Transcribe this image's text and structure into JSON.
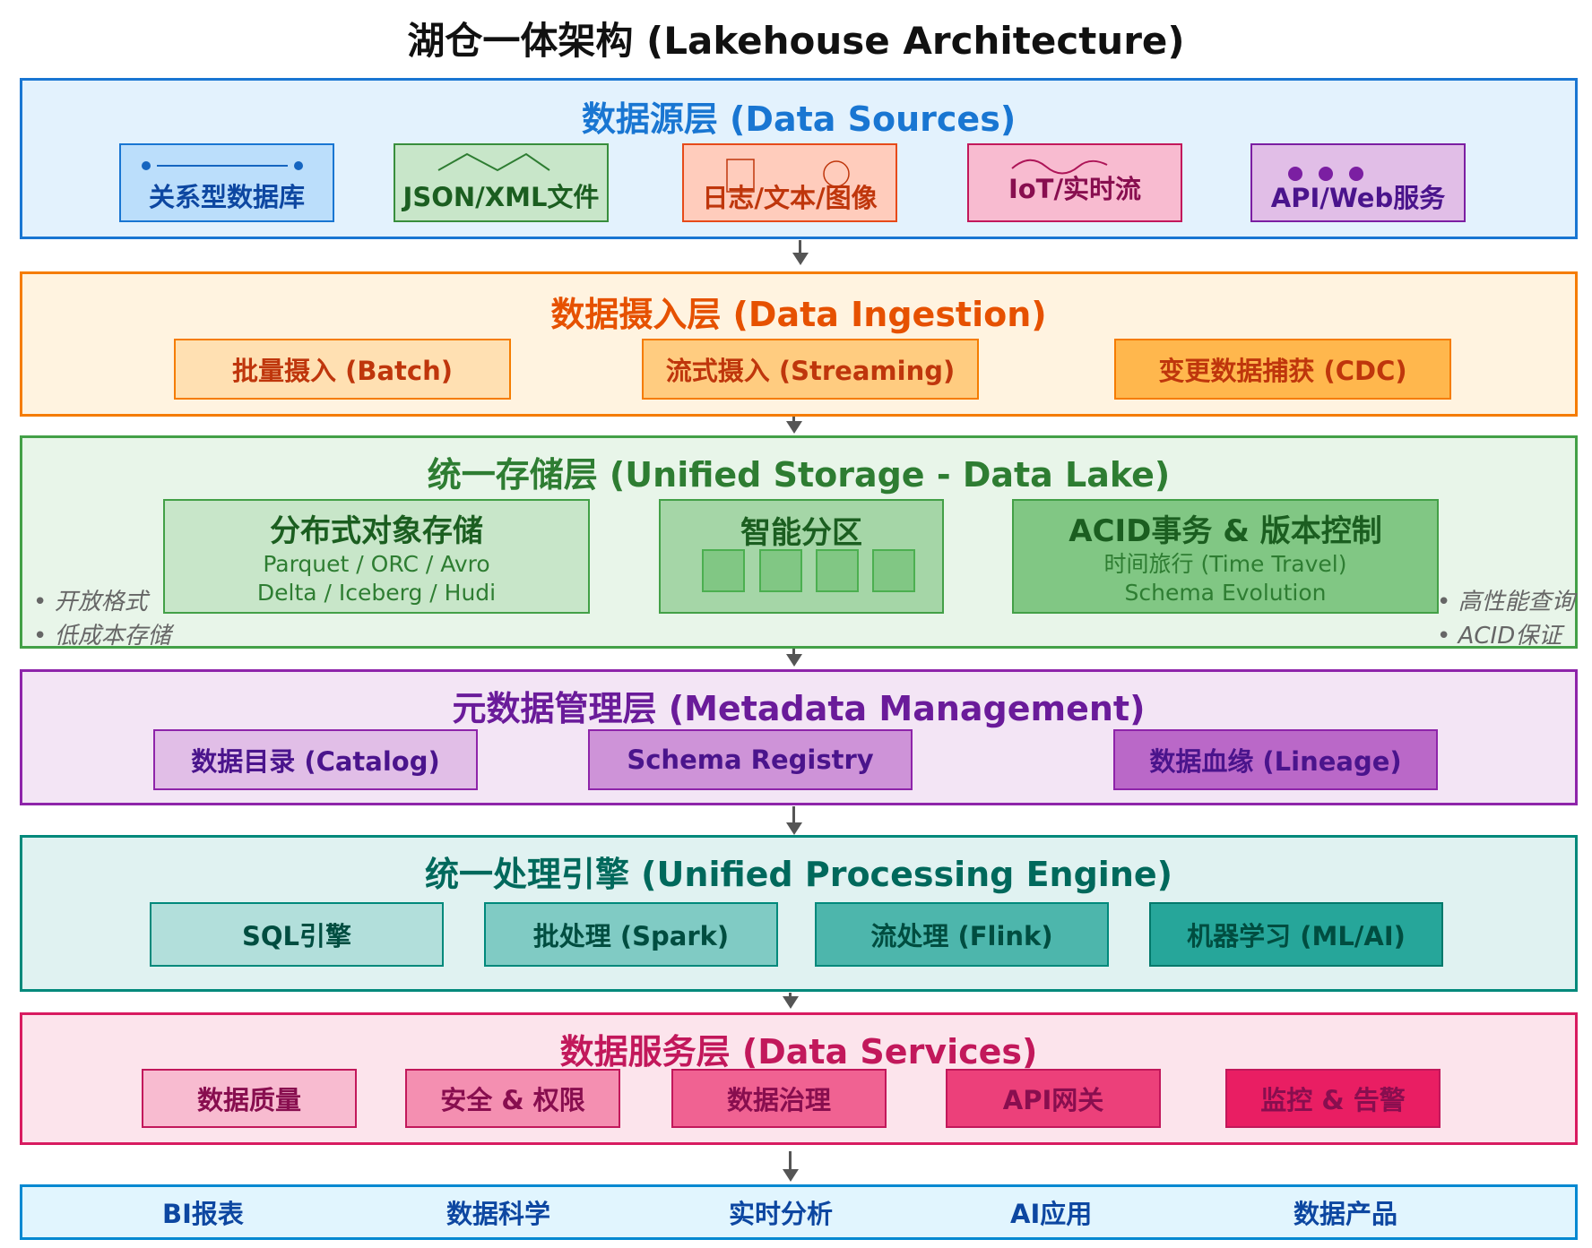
{
  "title": "湖仓一体架构 (Lakehouse Architecture)",
  "layers": {
    "sources": {
      "title": "数据源层 (Data Sources)",
      "items": [
        "关系型数据库",
        "JSON/XML文件",
        "日志/文本/图像",
        "IoT/实时流",
        "API/Web服务"
      ]
    },
    "ingestion": {
      "title": "数据摄入层 (Data Ingestion)",
      "items": [
        "批量摄入 (Batch)",
        "流式摄入 (Streaming)",
        "变更数据捕获 (CDC)"
      ]
    },
    "storage": {
      "title": "统一存储层 (Unified Storage - Data Lake)",
      "object_storage": {
        "title": "分布式对象存储",
        "line1": "Parquet / ORC / Avro",
        "line2": "Delta / Iceberg / Hudi"
      },
      "partition": {
        "title": "智能分区"
      },
      "acid": {
        "title": "ACID事务 & 版本控制",
        "line1": "时间旅行 (Time Travel)",
        "line2": "Schema Evolution"
      },
      "notes_left": [
        "• 开放格式",
        "• 低成本存储"
      ],
      "notes_right": [
        "• 高性能查询",
        "• ACID保证"
      ]
    },
    "metadata": {
      "title": "元数据管理层 (Metadata Management)",
      "items": [
        "数据目录 (Catalog)",
        "Schema Registry",
        "数据血缘 (Lineage)"
      ]
    },
    "processing": {
      "title": "统一处理引擎 (Unified Processing Engine)",
      "items": [
        "SQL引擎",
        "批处理 (Spark)",
        "流处理 (Flink)",
        "机器学习 (ML/AI)"
      ]
    },
    "services": {
      "title": "数据服务层 (Data Services)",
      "items": [
        "数据质量",
        "安全 & 权限",
        "数据治理",
        "API网关",
        "监控 & 告警"
      ]
    },
    "consumers": {
      "items": [
        "BI报表",
        "数据科学",
        "实时分析",
        "AI应用",
        "数据产品"
      ]
    }
  },
  "colors": {
    "sources": "#1976d2",
    "ingestion": "#e65100",
    "storage": "#2e7d32",
    "metadata": "#6a1b9a",
    "processing": "#00695c",
    "services": "#c2185b",
    "consumers": "#0d47a1"
  }
}
